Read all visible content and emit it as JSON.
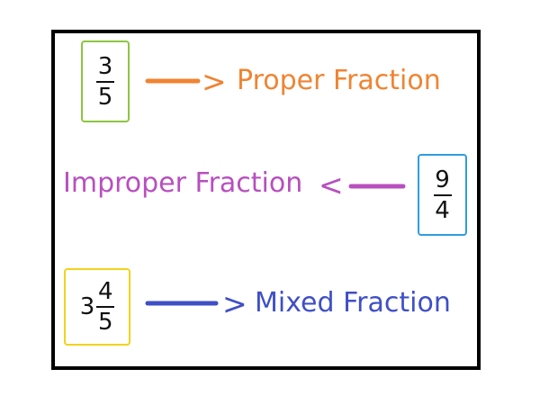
{
  "items": {
    "proper": {
      "numerator": "3",
      "denominator": "5",
      "label": "Proper Fraction",
      "color": "#f08432",
      "box_color": "#8cc63f",
      "arrow_symbol": ">"
    },
    "improper": {
      "numerator": "9",
      "denominator": "4",
      "label": "Improper Fraction",
      "color": "#b84fbf",
      "box_color": "#2e9de0",
      "arrow_symbol": "<"
    },
    "mixed": {
      "whole": "3",
      "numerator": "4",
      "denominator": "5",
      "label": "Mixed Fraction",
      "color": "#3f4fc6",
      "box_color": "#f2d31c",
      "arrow_symbol": ">"
    }
  }
}
